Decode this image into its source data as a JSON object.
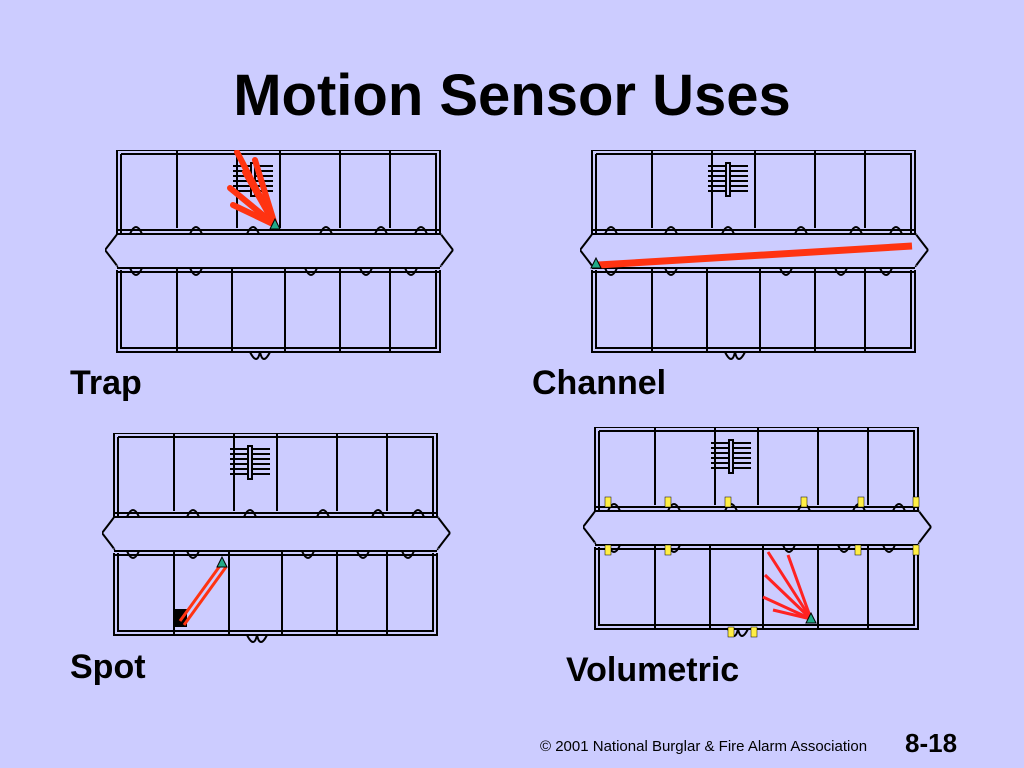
{
  "slide": {
    "title": "Motion Sensor Uses",
    "panels": [
      {
        "label": "Trap",
        "pattern": "fan-from-stair-corner"
      },
      {
        "label": "Channel",
        "pattern": "single-long-beam-down-corridor"
      },
      {
        "label": "Spot",
        "pattern": "narrow-beam-in-room"
      },
      {
        "label": "Volumetric",
        "pattern": "fan-in-room-with-door-contacts"
      }
    ],
    "footer": "© 2001 National Burglar & Fire Alarm Association",
    "slide_number": "8-18"
  },
  "colors": {
    "background": "#ccccff",
    "beam": "#ff3311",
    "thin_beam": "#ff2222",
    "sensor": "#22aa88",
    "door_contact": "#ffee44",
    "wall": "#000000"
  }
}
